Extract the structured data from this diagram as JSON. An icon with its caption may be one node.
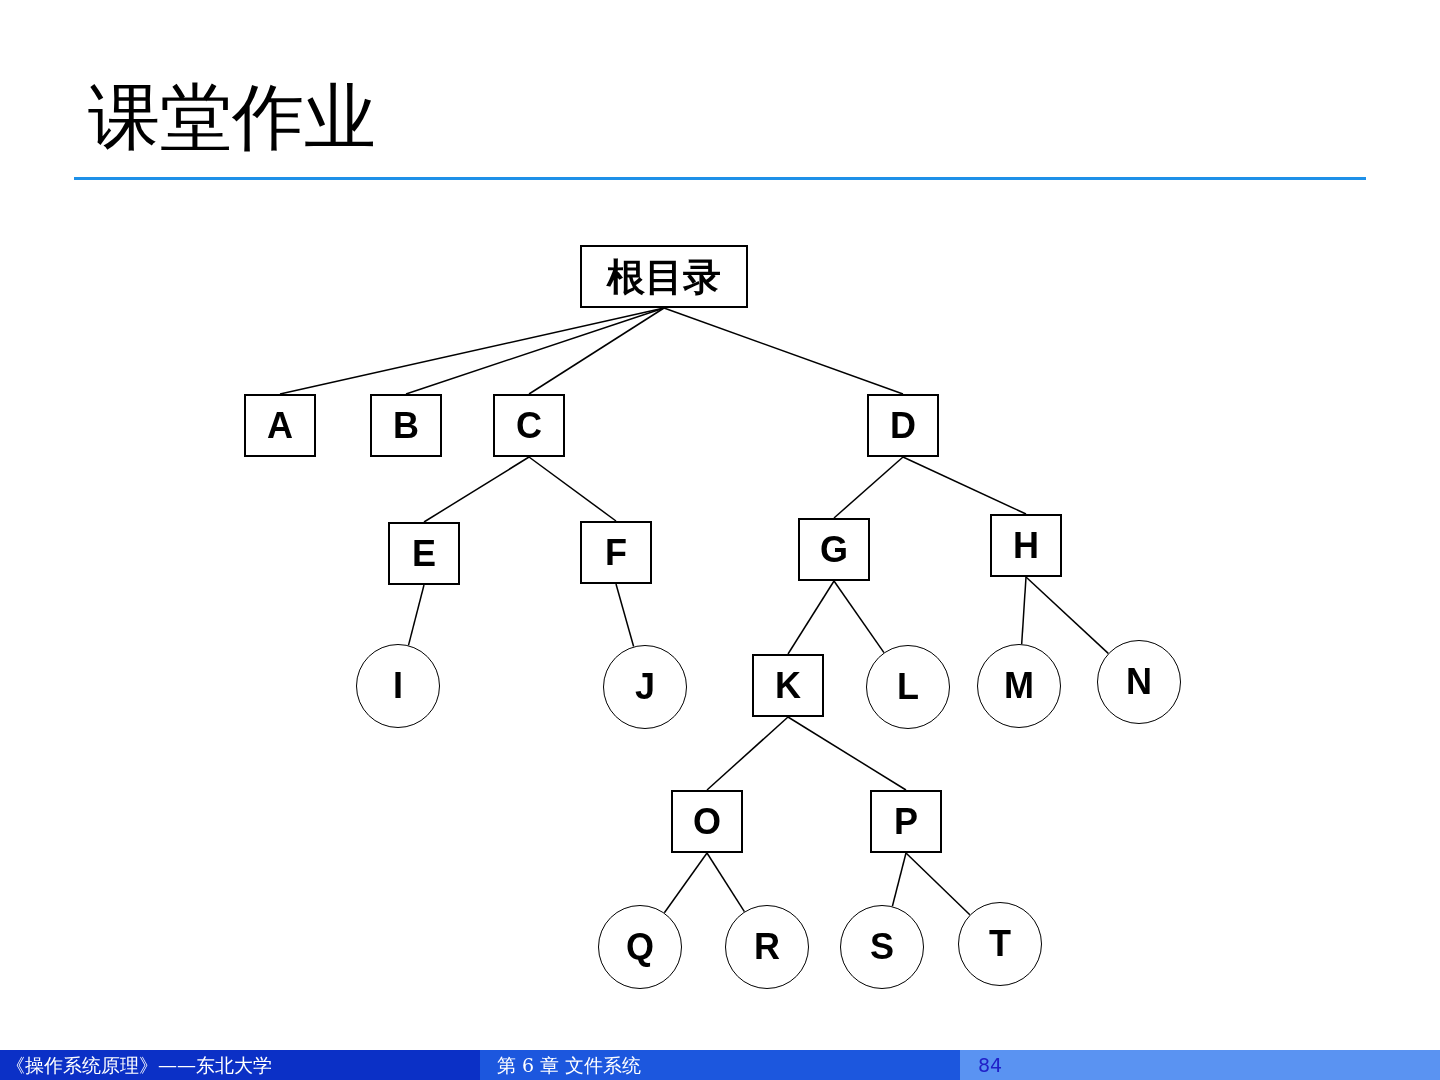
{
  "diagram": {
    "title": "课堂作业",
    "nodes": [
      {
        "text": [
          "根目录"
        ]
      },
      {
        "text": [
          "A"
        ]
      },
      {
        "text": [
          "B"
        ]
      },
      {
        "text": [
          "C"
        ]
      },
      {
        "text": [
          "D"
        ]
      },
      {
        "text": [
          "E"
        ]
      },
      {
        "text": [
          "F"
        ]
      },
      {
        "text": [
          "G"
        ]
      },
      {
        "text": [
          "H"
        ]
      },
      {
        "text": [
          "I"
        ]
      },
      {
        "text": [
          "J"
        ]
      },
      {
        "text": [
          "K"
        ]
      },
      {
        "text": [
          "L"
        ]
      },
      {
        "text": [
          "M"
        ]
      },
      {
        "text": [
          "N"
        ]
      },
      {
        "text": [
          "O"
        ]
      },
      {
        "text": [
          "P"
        ]
      },
      {
        "text": [
          "Q"
        ]
      },
      {
        "text": [
          "R"
        ]
      },
      {
        "text": [
          "S"
        ]
      },
      {
        "text": [
          "T"
        ]
      }
    ],
    "edges": [
      {
        "from": 0,
        "to": 1,
        "arrow": "none"
      },
      {
        "from": 0,
        "to": 2,
        "arrow": "none"
      },
      {
        "from": 0,
        "to": 3,
        "arrow": "none"
      },
      {
        "from": 0,
        "to": 4,
        "arrow": "none"
      },
      {
        "from": 3,
        "to": 5,
        "arrow": "none"
      },
      {
        "from": 3,
        "to": 6,
        "arrow": "none"
      },
      {
        "from": 4,
        "to": 7,
        "arrow": "none"
      },
      {
        "from": 4,
        "to": 8,
        "arrow": "none"
      },
      {
        "from": 5,
        "to": 9,
        "arrow": "none"
      },
      {
        "from": 6,
        "to": 10,
        "arrow": "none"
      },
      {
        "from": 7,
        "to": 11,
        "arrow": "none"
      },
      {
        "from": 7,
        "to": 12,
        "arrow": "none"
      },
      {
        "from": 8,
        "to": 13,
        "arrow": "none"
      },
      {
        "from": 8,
        "to": 14,
        "arrow": "none"
      },
      {
        "from": 11,
        "to": 15,
        "arrow": "none"
      },
      {
        "from": 11,
        "to": 16,
        "arrow": "none"
      },
      {
        "from": 15,
        "to": 17,
        "arrow": "none"
      },
      {
        "from": 15,
        "to": 18,
        "arrow": "none"
      },
      {
        "from": 16,
        "to": 19,
        "arrow": "none"
      },
      {
        "from": 16,
        "to": 20,
        "arrow": "none"
      }
    ],
    "labels": [
      "《操作系统原理》——东北大学",
      "第 6 章 文件系统",
      "84"
    ]
  }
}
